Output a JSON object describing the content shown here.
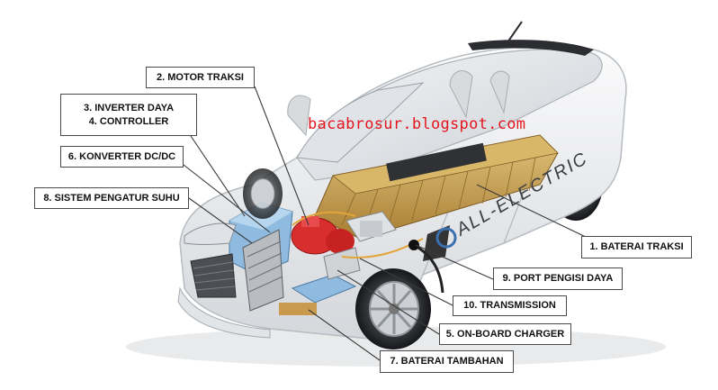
{
  "watermark": "bacabrosur.blogspot.com",
  "car_side_text": "ALL-ELECTRIC",
  "labels": {
    "motor_traksi": "2. MOTOR TRAKSI",
    "inverter_daya": "3. INVERTER DAYA",
    "controller": "4. CONTROLLER",
    "konverter_dcdc": "6. KONVERTER DC/DC",
    "sistem_pengatur_suhu": "8. SISTEM PENGATUR SUHU",
    "baterai_traksi": "1. BATERAI TRAKSI",
    "port_pengisi_daya": "9. PORT PENGISI DAYA",
    "transmission": "10. TRANSMISSION",
    "on_board_charger": "5. ON-BOARD CHARGER",
    "baterai_tambahan": "7. BATERAI TAMBAHAN"
  },
  "colors": {
    "car_body": "#eceef0",
    "battery": "#c9a04e",
    "motor": "#d62b2b",
    "inverter": "#7fb0d8",
    "watermark": "#e3161e"
  }
}
